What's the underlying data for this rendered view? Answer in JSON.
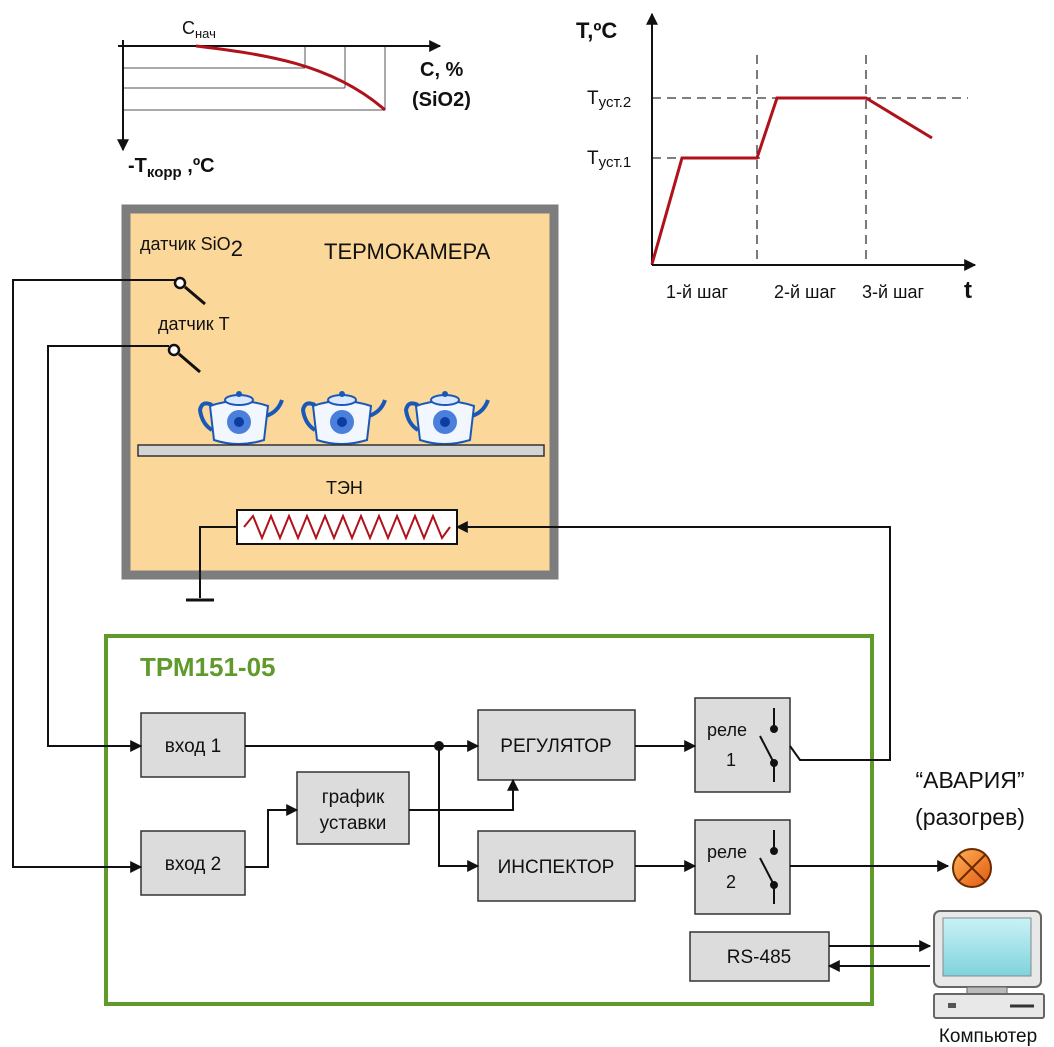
{
  "corrosion_graph": {
    "c_start": "C",
    "c_start_sub": "нач",
    "x_axis": "С, %",
    "x_axis_2": "(SiO2)",
    "y_axis_prefix": "-Т",
    "y_axis_sub": "корр",
    "y_axis_unit": " ,ºС"
  },
  "temp_graph": {
    "y_axis": "Т,ºС",
    "x_axis": "t",
    "level_2_main": "Т",
    "level_2_sub": "уст.2",
    "level_1_main": "Т",
    "level_1_sub": "уст.1",
    "steps": [
      "1-й шаг",
      "2-й шаг",
      "3-й шаг"
    ]
  },
  "chamber": {
    "title": "ТЕРМОКАМЕРА",
    "sensor_sio2": "датчик SiO",
    "sensor_sio2_sub": "2",
    "sensor_t": "датчик Т",
    "heater": "ТЭН"
  },
  "device": {
    "title": "ТРМ151-05",
    "input1": "вход 1",
    "input2": "вход 2",
    "schedule_line1": "график",
    "schedule_line2": "уставки",
    "regulator": "РЕГУЛЯТОР",
    "inspector": "ИНСПЕКТОР",
    "relay_label": "реле",
    "relay1_num": "1",
    "relay2_num": "2",
    "rs485": "RS-485"
  },
  "alarm": {
    "line1": "“АВАРИЯ”",
    "line2": "(разогрев)"
  },
  "computer": {
    "label": "Компьютер"
  },
  "colors": {
    "curve": "#b0121b",
    "chamber_fill": "#fbd79a",
    "chamber_border": "#7d7d7d",
    "device_border": "#5f9a2a",
    "device_title": "#5f9a2a",
    "box_fill": "#dcdcdc",
    "lamp": "#f07a1a"
  }
}
